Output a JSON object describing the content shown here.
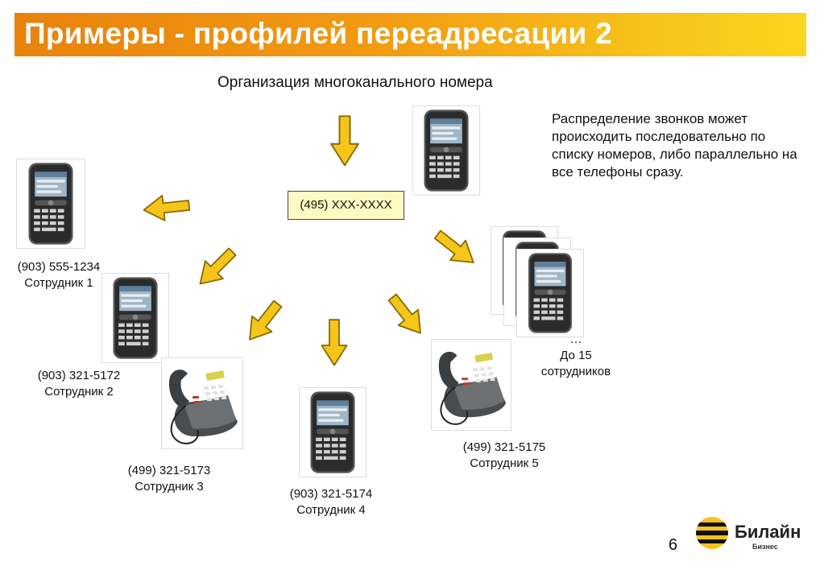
{
  "title": "Примеры - профилей переадресации 2",
  "subtitle": "Организация многоканального номера",
  "description": "Распределение звонков может происходить последовательно по списку номеров, либо параллельно на все телефоны сразу.",
  "main_number": "(495) XXX-XXXX",
  "employees": [
    {
      "phone": "(903) 555-1234",
      "name": "Сотрудник 1"
    },
    {
      "phone": "(903) 321-5172",
      "name": "Сотрудник 2"
    },
    {
      "phone": "(499) 321-5173",
      "name": "Сотрудник 3"
    },
    {
      "phone": "(903) 321-5174",
      "name": "Сотрудник 4"
    },
    {
      "phone": "(499) 321-5175",
      "name": "Сотрудник 5"
    }
  ],
  "group": {
    "ellipsis": "…",
    "line1": "До 15",
    "line2": "сотрудников"
  },
  "page_number": "6",
  "logo": {
    "name": "Билайн",
    "sub": "Бизнес"
  },
  "colors": {
    "title_start": "#e8820c",
    "title_end": "#fcd51d",
    "arrow_fill": "#f5c51b",
    "arrow_stroke": "#8a6a00",
    "box_fill": "#fff9c2"
  }
}
